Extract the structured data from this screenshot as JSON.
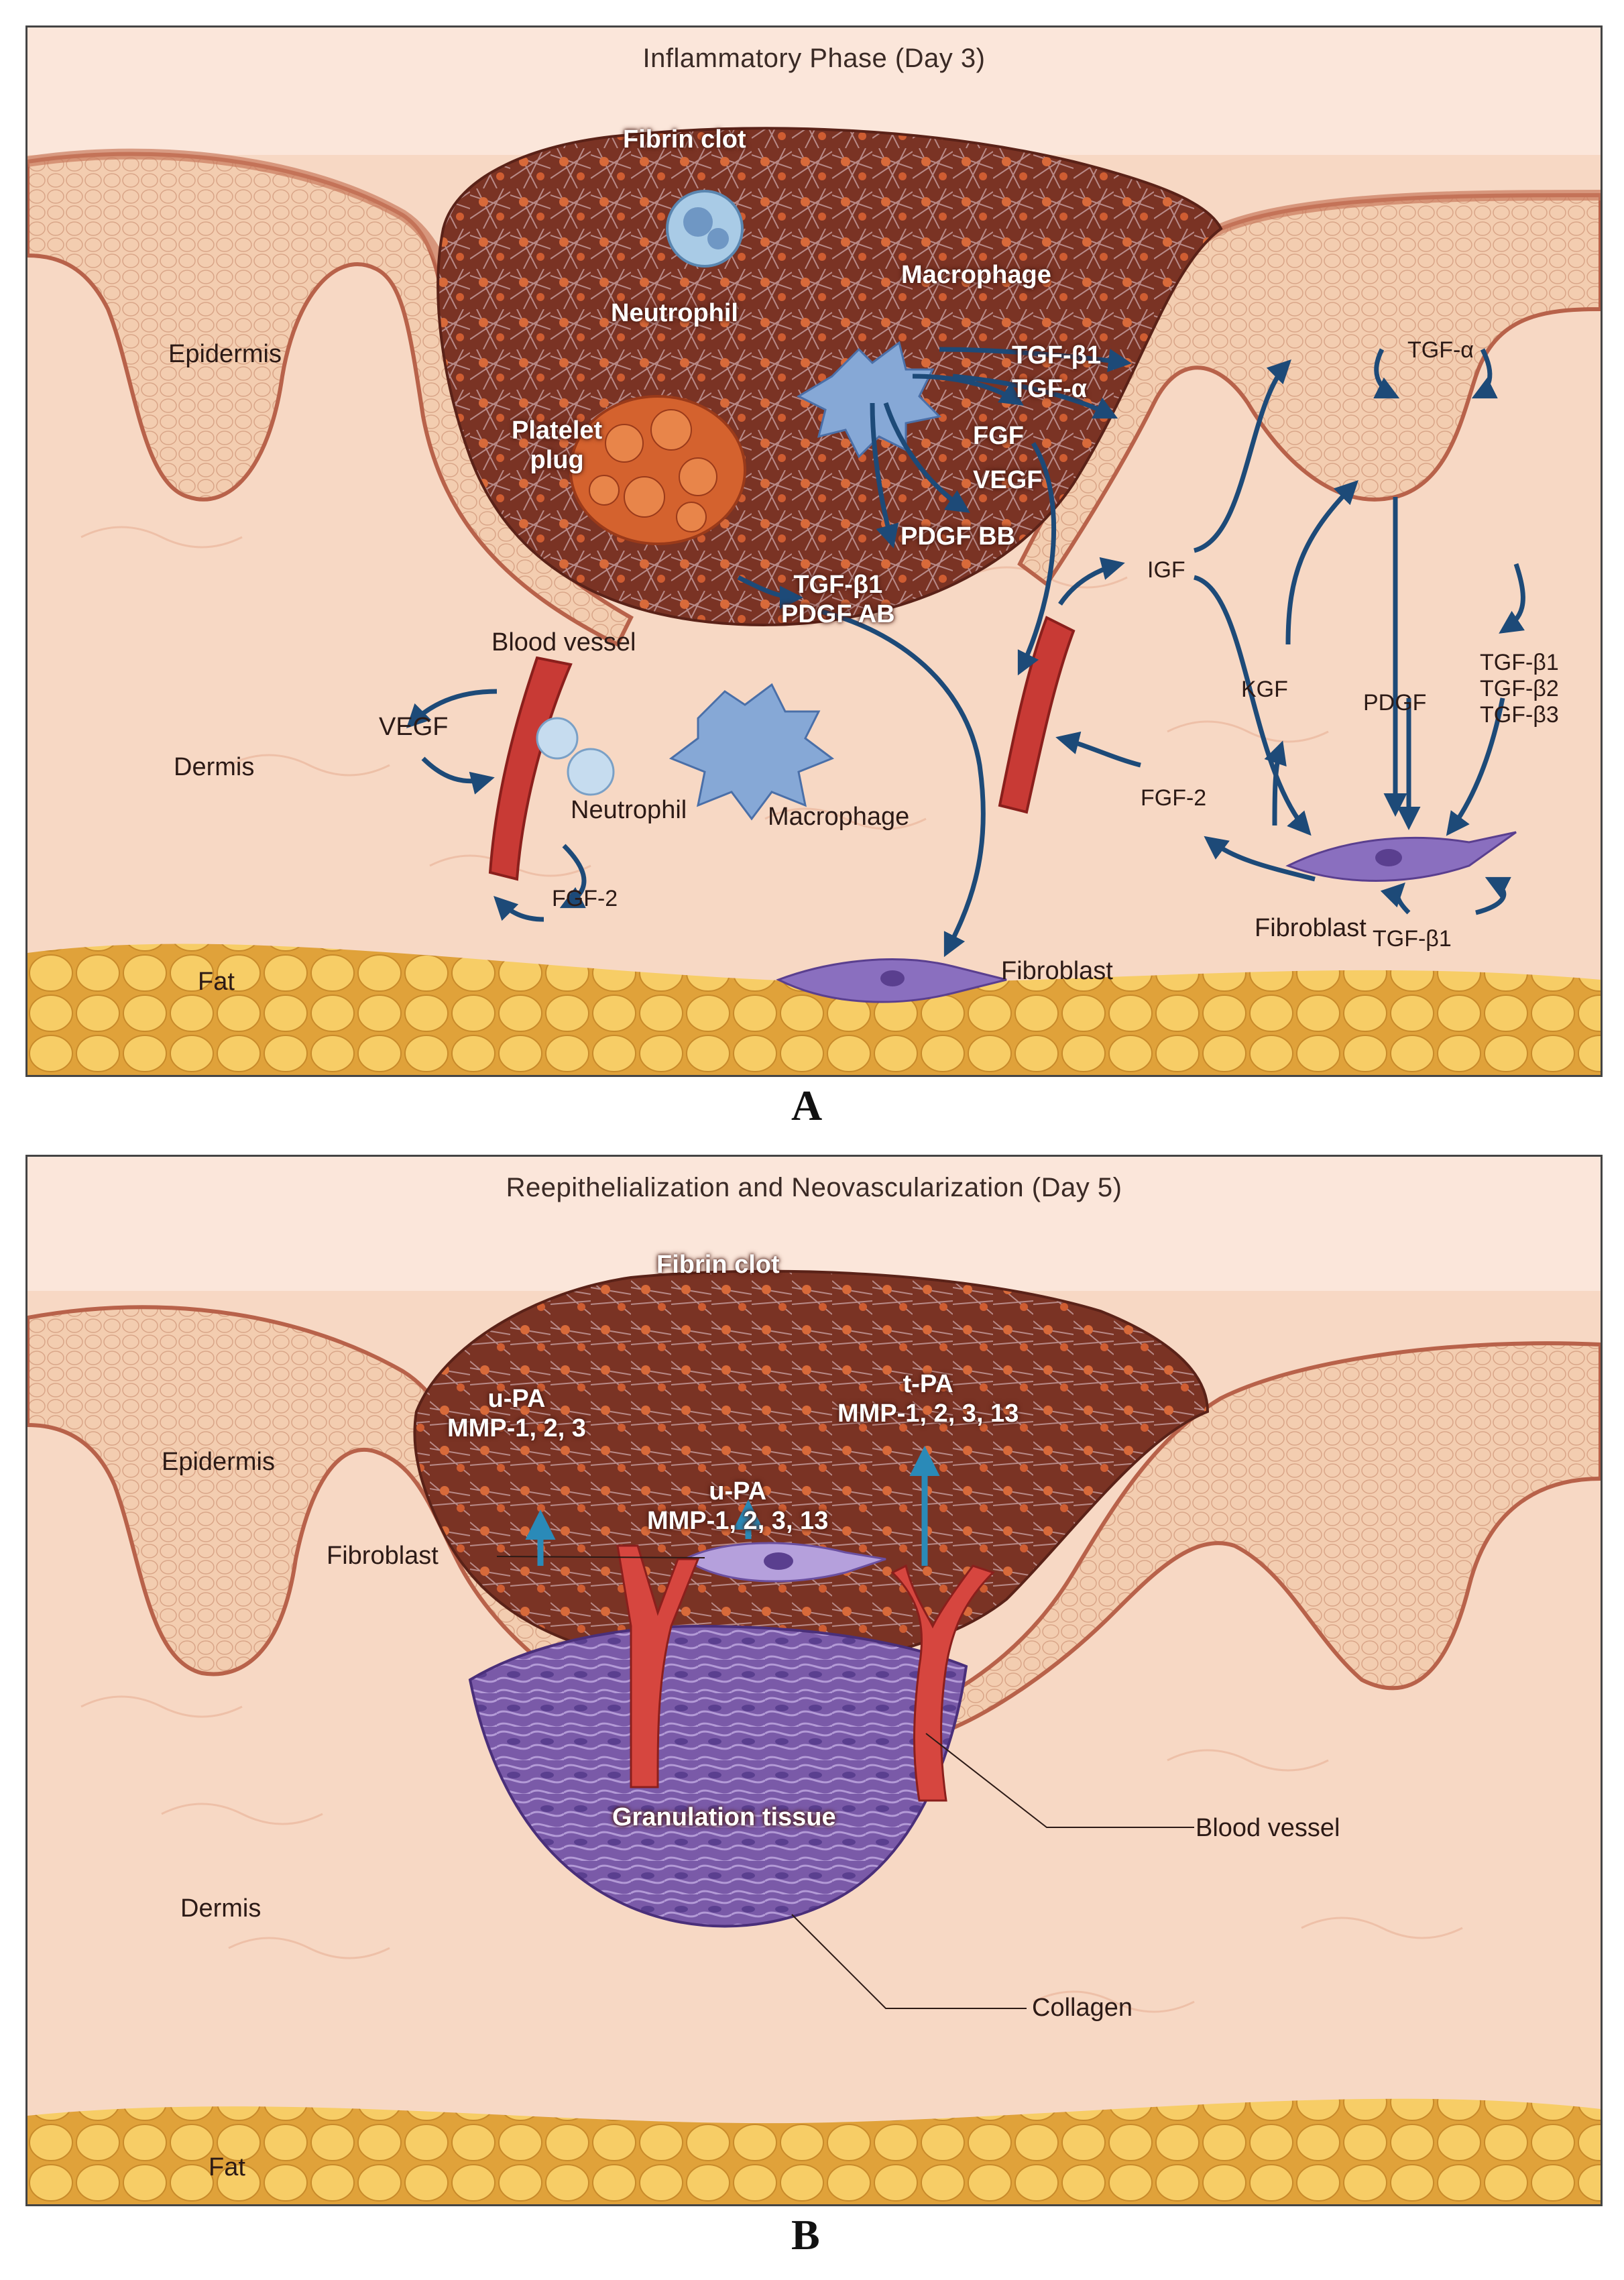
{
  "panel_a": {
    "title": "Inflammatory Phase (Day 3)",
    "letter": "A",
    "labels": {
      "fibrin_clot": "Fibrin clot",
      "neutrophil_top": "Neutrophil",
      "macrophage_top": "Macrophage",
      "epidermis": "Epidermis",
      "platelet_plug": "Platelet\nplug",
      "tgf_b1_a": "TGF-β1",
      "tgf_alpha_a": "TGF-α",
      "fgf": "FGF",
      "vegf_top": "VEGF",
      "pdgf_bb": "PDGF BB",
      "tgf_b1_pdgf_ab": "TGF-β1\nPDGF AB",
      "blood_vessel": "Blood vessel",
      "vegf_left": "VEGF",
      "dermis": "Dermis",
      "neutrophil_mid": "Neutrophil",
      "macrophage_mid": "Macrophage",
      "fgf2_left": "FGF-2",
      "fat": "Fat",
      "fibroblast_bottom": "Fibroblast",
      "igf": "IGF",
      "tgf_alpha_right": "TGF-α",
      "kgf": "KGF",
      "pdgf": "PDGF",
      "tgf_b123": "TGF-β1\nTGF-β2\nTGF-β3",
      "fgf2_right": "FGF-2",
      "fibroblast_right": "Fibroblast",
      "tgf_b1_right": "TGF-β1"
    }
  },
  "panel_b": {
    "title": "Reepithelialization and Neovascularization (Day 5)",
    "letter": "B",
    "labels": {
      "fibrin_clot": "Fibrin clot",
      "epidermis": "Epidermis",
      "upa_left": "u-PA\nMMP-1, 2, 3",
      "tpa_right": "t-PA\nMMP-1, 2, 3, 13",
      "upa_center": "u-PA\nMMP-1, 2, 3, 13",
      "fibroblast": "Fibroblast",
      "granulation_tissue": "Granulation tissue",
      "blood_vessel": "Blood vessel",
      "dermis": "Dermis",
      "collagen": "Collagen",
      "fat": "Fat"
    }
  },
  "colors": {
    "dermis": "#f7d8c4",
    "epidermis": "#f1c6a5",
    "clot": "#8a3a2a",
    "granulation": "#7a5aa8",
    "fat": "#f5c65a",
    "vessel": "#c83a35",
    "arrow": "#1d4a78",
    "cell_blue": "#8fb3d6",
    "fibroblast": "#8a6fbf"
  }
}
